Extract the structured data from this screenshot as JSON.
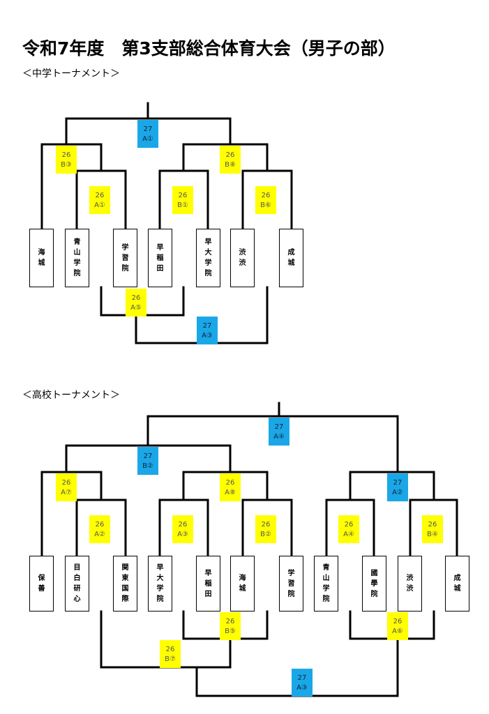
{
  "title": "令和7年度　第3支部総合体育大会（男子の部）",
  "middle_school": {
    "heading": "＜中学トーナメント＞",
    "teams": [
      {
        "id": "ms-kaijo",
        "chars": [
          "海",
          "城"
        ]
      },
      {
        "id": "ms-aoyama",
        "chars": [
          "青",
          "山",
          "学",
          "院"
        ]
      },
      {
        "id": "ms-gakushuin",
        "chars": [
          "学",
          "習",
          "院"
        ]
      },
      {
        "id": "ms-waseda",
        "chars": [
          "早",
          "稲",
          "田"
        ]
      },
      {
        "id": "ms-sodai",
        "chars": [
          "早",
          "大",
          "学",
          "院"
        ]
      },
      {
        "id": "ms-shibushibu",
        "chars": [
          "渋",
          "渋"
        ]
      },
      {
        "id": "ms-seijo",
        "chars": [
          "成",
          "城"
        ]
      }
    ],
    "match_labels": [
      {
        "id": "ms-final",
        "day": "27",
        "code": "A①",
        "color": "blue"
      },
      {
        "id": "ms-semi-left",
        "day": "26",
        "code": "B③",
        "color": "yellow"
      },
      {
        "id": "ms-semi-right",
        "day": "26",
        "code": "B⑧",
        "color": "yellow"
      },
      {
        "id": "ms-qf-1",
        "day": "26",
        "code": "A①",
        "color": "yellow"
      },
      {
        "id": "ms-qf-2",
        "day": "26",
        "code": "B①",
        "color": "yellow"
      },
      {
        "id": "ms-qf-3",
        "day": "26",
        "code": "B⑥",
        "color": "yellow"
      },
      {
        "id": "ms-consol-1",
        "day": "26",
        "code": "A⑤",
        "color": "yellow"
      },
      {
        "id": "ms-consol-2",
        "day": "27",
        "code": "A③",
        "color": "blue"
      }
    ]
  },
  "high_school": {
    "heading": "＜高校トーナメント＞",
    "teams": [
      {
        "id": "hs-hozen",
        "chars": [
          "保",
          "善"
        ]
      },
      {
        "id": "hs-mejiro",
        "chars": [
          "目",
          "白",
          "研",
          "心"
        ]
      },
      {
        "id": "hs-kanto",
        "chars": [
          "関",
          "東",
          "国",
          "際"
        ]
      },
      {
        "id": "hs-sodai",
        "chars": [
          "早",
          "大",
          "学",
          "院"
        ]
      },
      {
        "id": "hs-waseda",
        "chars": [
          "早",
          "稲",
          "田"
        ]
      },
      {
        "id": "hs-kaijo",
        "chars": [
          "海",
          "城"
        ]
      },
      {
        "id": "hs-gakushuin",
        "chars": [
          "学",
          "習",
          "院"
        ]
      },
      {
        "id": "hs-aoyama",
        "chars": [
          "青",
          "山",
          "学",
          "院"
        ]
      },
      {
        "id": "hs-kokugakuin",
        "chars": [
          "國",
          "學",
          "院"
        ]
      },
      {
        "id": "hs-shibushibu",
        "chars": [
          "渋",
          "渋"
        ]
      },
      {
        "id": "hs-seijo",
        "chars": [
          "成",
          "城"
        ]
      }
    ],
    "match_labels": [
      {
        "id": "hs-final",
        "day": "27",
        "code": "A④",
        "color": "blue"
      },
      {
        "id": "hs-semi-left",
        "day": "27",
        "code": "B②",
        "color": "blue"
      },
      {
        "id": "hs-semi-right",
        "day": "27",
        "code": "A②",
        "color": "blue"
      },
      {
        "id": "hs-r2-1",
        "day": "26",
        "code": "A⑦",
        "color": "yellow"
      },
      {
        "id": "hs-r2-2",
        "day": "26",
        "code": "A⑧",
        "color": "yellow"
      },
      {
        "id": "hs-r1-1",
        "day": "26",
        "code": "A②",
        "color": "yellow"
      },
      {
        "id": "hs-r1-2",
        "day": "26",
        "code": "A③",
        "color": "yellow"
      },
      {
        "id": "hs-r1-3",
        "day": "26",
        "code": "B②",
        "color": "yellow"
      },
      {
        "id": "hs-r1-4",
        "day": "26",
        "code": "A④",
        "color": "yellow"
      },
      {
        "id": "hs-r1-5",
        "day": "26",
        "code": "B④",
        "color": "yellow"
      },
      {
        "id": "hs-consol-1",
        "day": "26",
        "code": "B⑤",
        "color": "yellow"
      },
      {
        "id": "hs-consol-2",
        "day": "26",
        "code": "A⑥",
        "color": "yellow"
      },
      {
        "id": "hs-consol-3",
        "day": "26",
        "code": "B⑦",
        "color": "yellow"
      },
      {
        "id": "hs-consol-4",
        "day": "27",
        "code": "A③",
        "color": "blue"
      }
    ]
  }
}
